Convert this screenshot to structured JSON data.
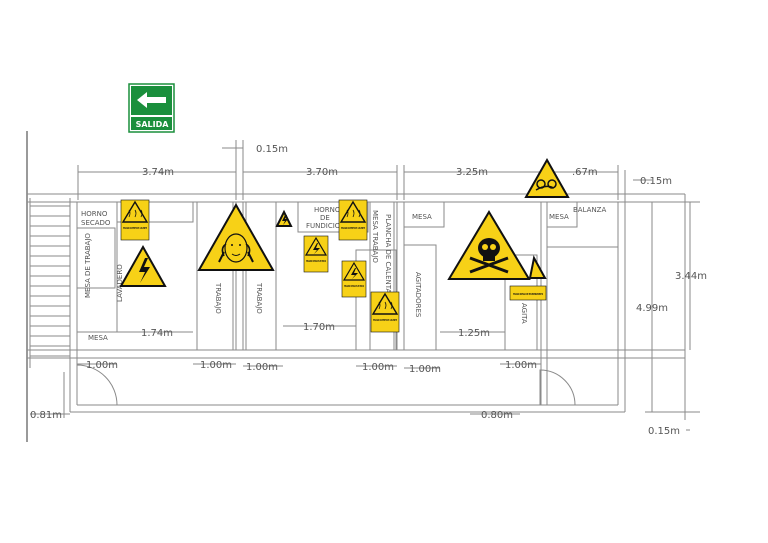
{
  "exit_sign": {
    "label": "SALIDA"
  },
  "dimensions": {
    "d_374": "3.74m",
    "d_015_top": "0.15m",
    "d_370": "3.70m",
    "d_325": "3.25m",
    "d_067": ".67m",
    "d_015_right": "0.15m",
    "d_344": "3.44m",
    "d_499": "4.99m",
    "d_174": "1.74m",
    "d_170": "1.70m",
    "d_125": "1.25m",
    "d_100_a": "1.00m",
    "d_100_b": "1.00m",
    "d_100_c": "1.00m",
    "d_100_d": "1.00m",
    "d_100_e": "1.00m",
    "d_100_f": "1.00m",
    "d_081": "0.81m",
    "d_080": "0.80m",
    "d_015_bottom": "0.15m"
  },
  "rooms": {
    "horno_secado_1": "HORNO",
    "horno_secado_2": "SECADO",
    "mesa_trabajo_v": "MESA DE TRABAJO",
    "lavadero": "LAVADERO",
    "mesa_left": "MESA",
    "trabajo_1": "TRABAJO",
    "trabajo_2": "TRABAJO",
    "horno_fundicion_1": "HORNO",
    "horno_fundicion_2": "DE",
    "horno_fundicion_3": "FUNDICION",
    "mesa_trabajo_2": "MESA TRABAJO",
    "plancha": "PLANCHA DE CALENTAR",
    "mesa_mid": "MESA",
    "agitadores": "AGITADORES",
    "agita": "AGITA",
    "mesa_right": "MESA",
    "balanza": "BALANZA"
  },
  "signs": {
    "peligro_sup_1": "PELIGRO SUPERFICIE CALIENTE",
    "peligro_sup_2": "PELIGRO SUPERFICIE CALIENTE",
    "peligro_sup_3": "PELIGRO SUPERFICIE CALIENTE",
    "riesgo_elec_1": "PELIGRO RIESGO ELECTRICO",
    "riesgo_elec_2": "PELIGRO RIESGO ELECTRICO",
    "riesgo_quimico": "PELIGRO RIESGO DE ENVENENAMIENTO"
  },
  "icons": {
    "exit": "arrow-left-icon",
    "hot_surface": "hot-surface-warning-icon",
    "electric": "high-voltage-warning-icon",
    "noise": "hearing-noise-warning-icon",
    "toxic": "skull-crossbones-warning-icon",
    "crush": "hand-crush-warning-icon"
  },
  "colors": {
    "warning_yellow": "#f7d117",
    "exit_green": "#1a8f3c",
    "line_gray": "#8a8a8a"
  }
}
